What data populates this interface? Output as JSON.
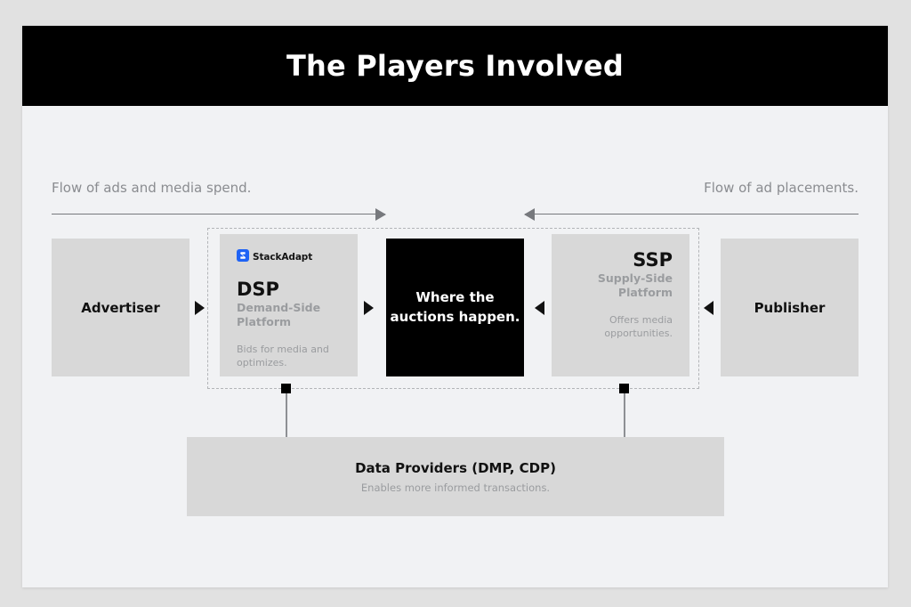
{
  "header": {
    "title": "The Players Involved"
  },
  "flows": {
    "left": {
      "label": "Flow of ads and media spend.",
      "direction": "right"
    },
    "right": {
      "label": "Flow of ad placements.",
      "direction": "left"
    }
  },
  "nodes": {
    "advertiser": {
      "title": "Advertiser"
    },
    "dsp": {
      "logo_text": "StackAdapt",
      "acronym": "DSP",
      "expansion": "Demand-Side Platform",
      "note": "Bids for media and optimizes."
    },
    "exchange": {
      "text": "Where the auctions happen."
    },
    "ssp": {
      "acronym": "SSP",
      "expansion": "Supply-Side Platform",
      "note": "Offers media opportunities."
    },
    "publisher": {
      "title": "Publisher"
    },
    "data_providers": {
      "title": "Data Providers (DMP, CDP)",
      "subtitle": "Enables more informed transactions."
    }
  },
  "colors": {
    "page_background": "#e1e1e1",
    "card_background": "#f1f2f4",
    "banner_background": "#000000",
    "box_fill": "#d8d8d8",
    "exchange_fill": "#000000",
    "muted_text": "#9a9c9f",
    "arrow": "#77797d",
    "logo_blue": "#1f63f5",
    "dashed_border": "#b3b5b8"
  }
}
